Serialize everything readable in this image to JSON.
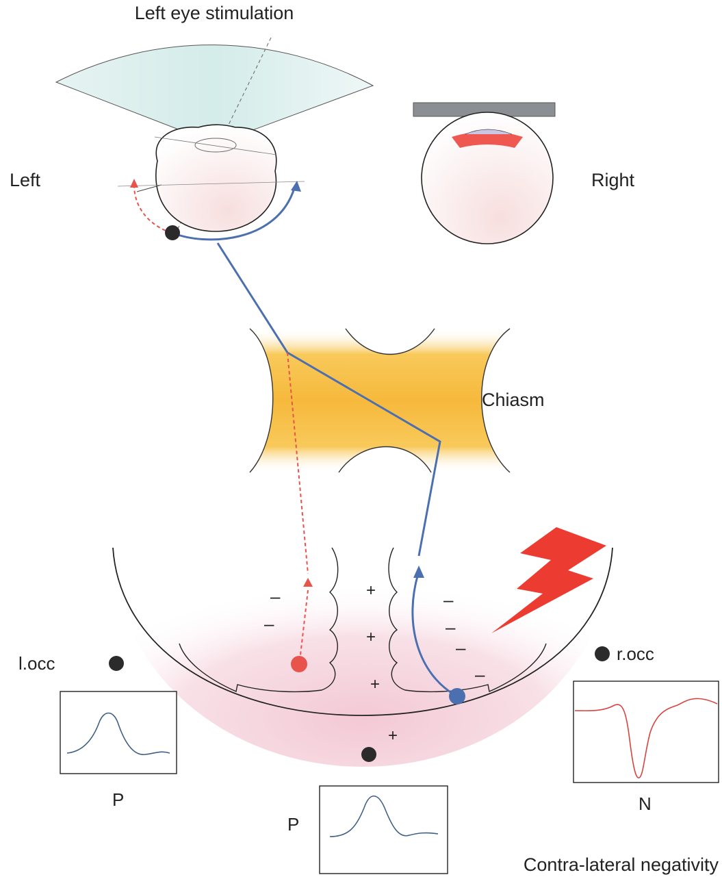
{
  "labels": {
    "title": "Left eye stimulation",
    "left": "Left",
    "right": "Right",
    "chiasm": "Chiasm",
    "l_occ": "l.occ",
    "r_occ": "r.occ",
    "left_wave": "P",
    "mid_wave": "P",
    "right_wave": "N",
    "footer": "Contra-lateral negativity"
  },
  "signs": {
    "plus": "+",
    "minus": "–"
  },
  "colors": {
    "field": "#d7ecec",
    "chiasm": "#f6b93c",
    "pathway_blue": "#4c6fb0",
    "pathway_red": "#e8534c",
    "patch": "#8b8f93",
    "bolt": "#ec3c32",
    "brain_pink": "#f6d8e0",
    "trace_blue": "#3e5f86",
    "trace_red": "#d9433f"
  },
  "icons": {
    "left_eye": "eyeball",
    "right_eye": "occluded-eyeball",
    "bolt": "lightning-bolt-icon"
  }
}
